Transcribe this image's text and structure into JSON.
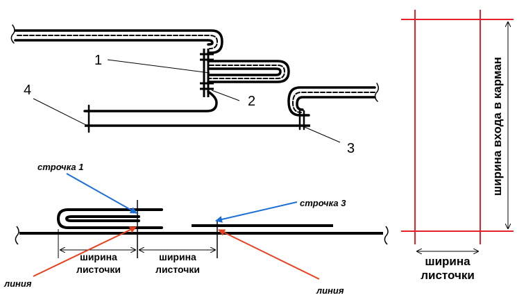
{
  "top_diagram": {
    "labels": [
      "1",
      "2",
      "3",
      "4"
    ]
  },
  "bottom_diagram": {
    "stitch_1": "строчка 1",
    "stitch_3": "строчка 3",
    "line_left": "линия",
    "line_right": "линия",
    "width_1": [
      "ширина",
      "листочки"
    ],
    "width_2": [
      "ширина",
      "листочки"
    ]
  },
  "right_diagram": {
    "vertical_label": "ширина входа в карман",
    "bottom_label": [
      "ширина",
      "листочки"
    ]
  },
  "colors": {
    "ink": "#000000",
    "red": "#e8202a",
    "blue": "#1a6fd6",
    "orange_red": "#e8401c"
  }
}
